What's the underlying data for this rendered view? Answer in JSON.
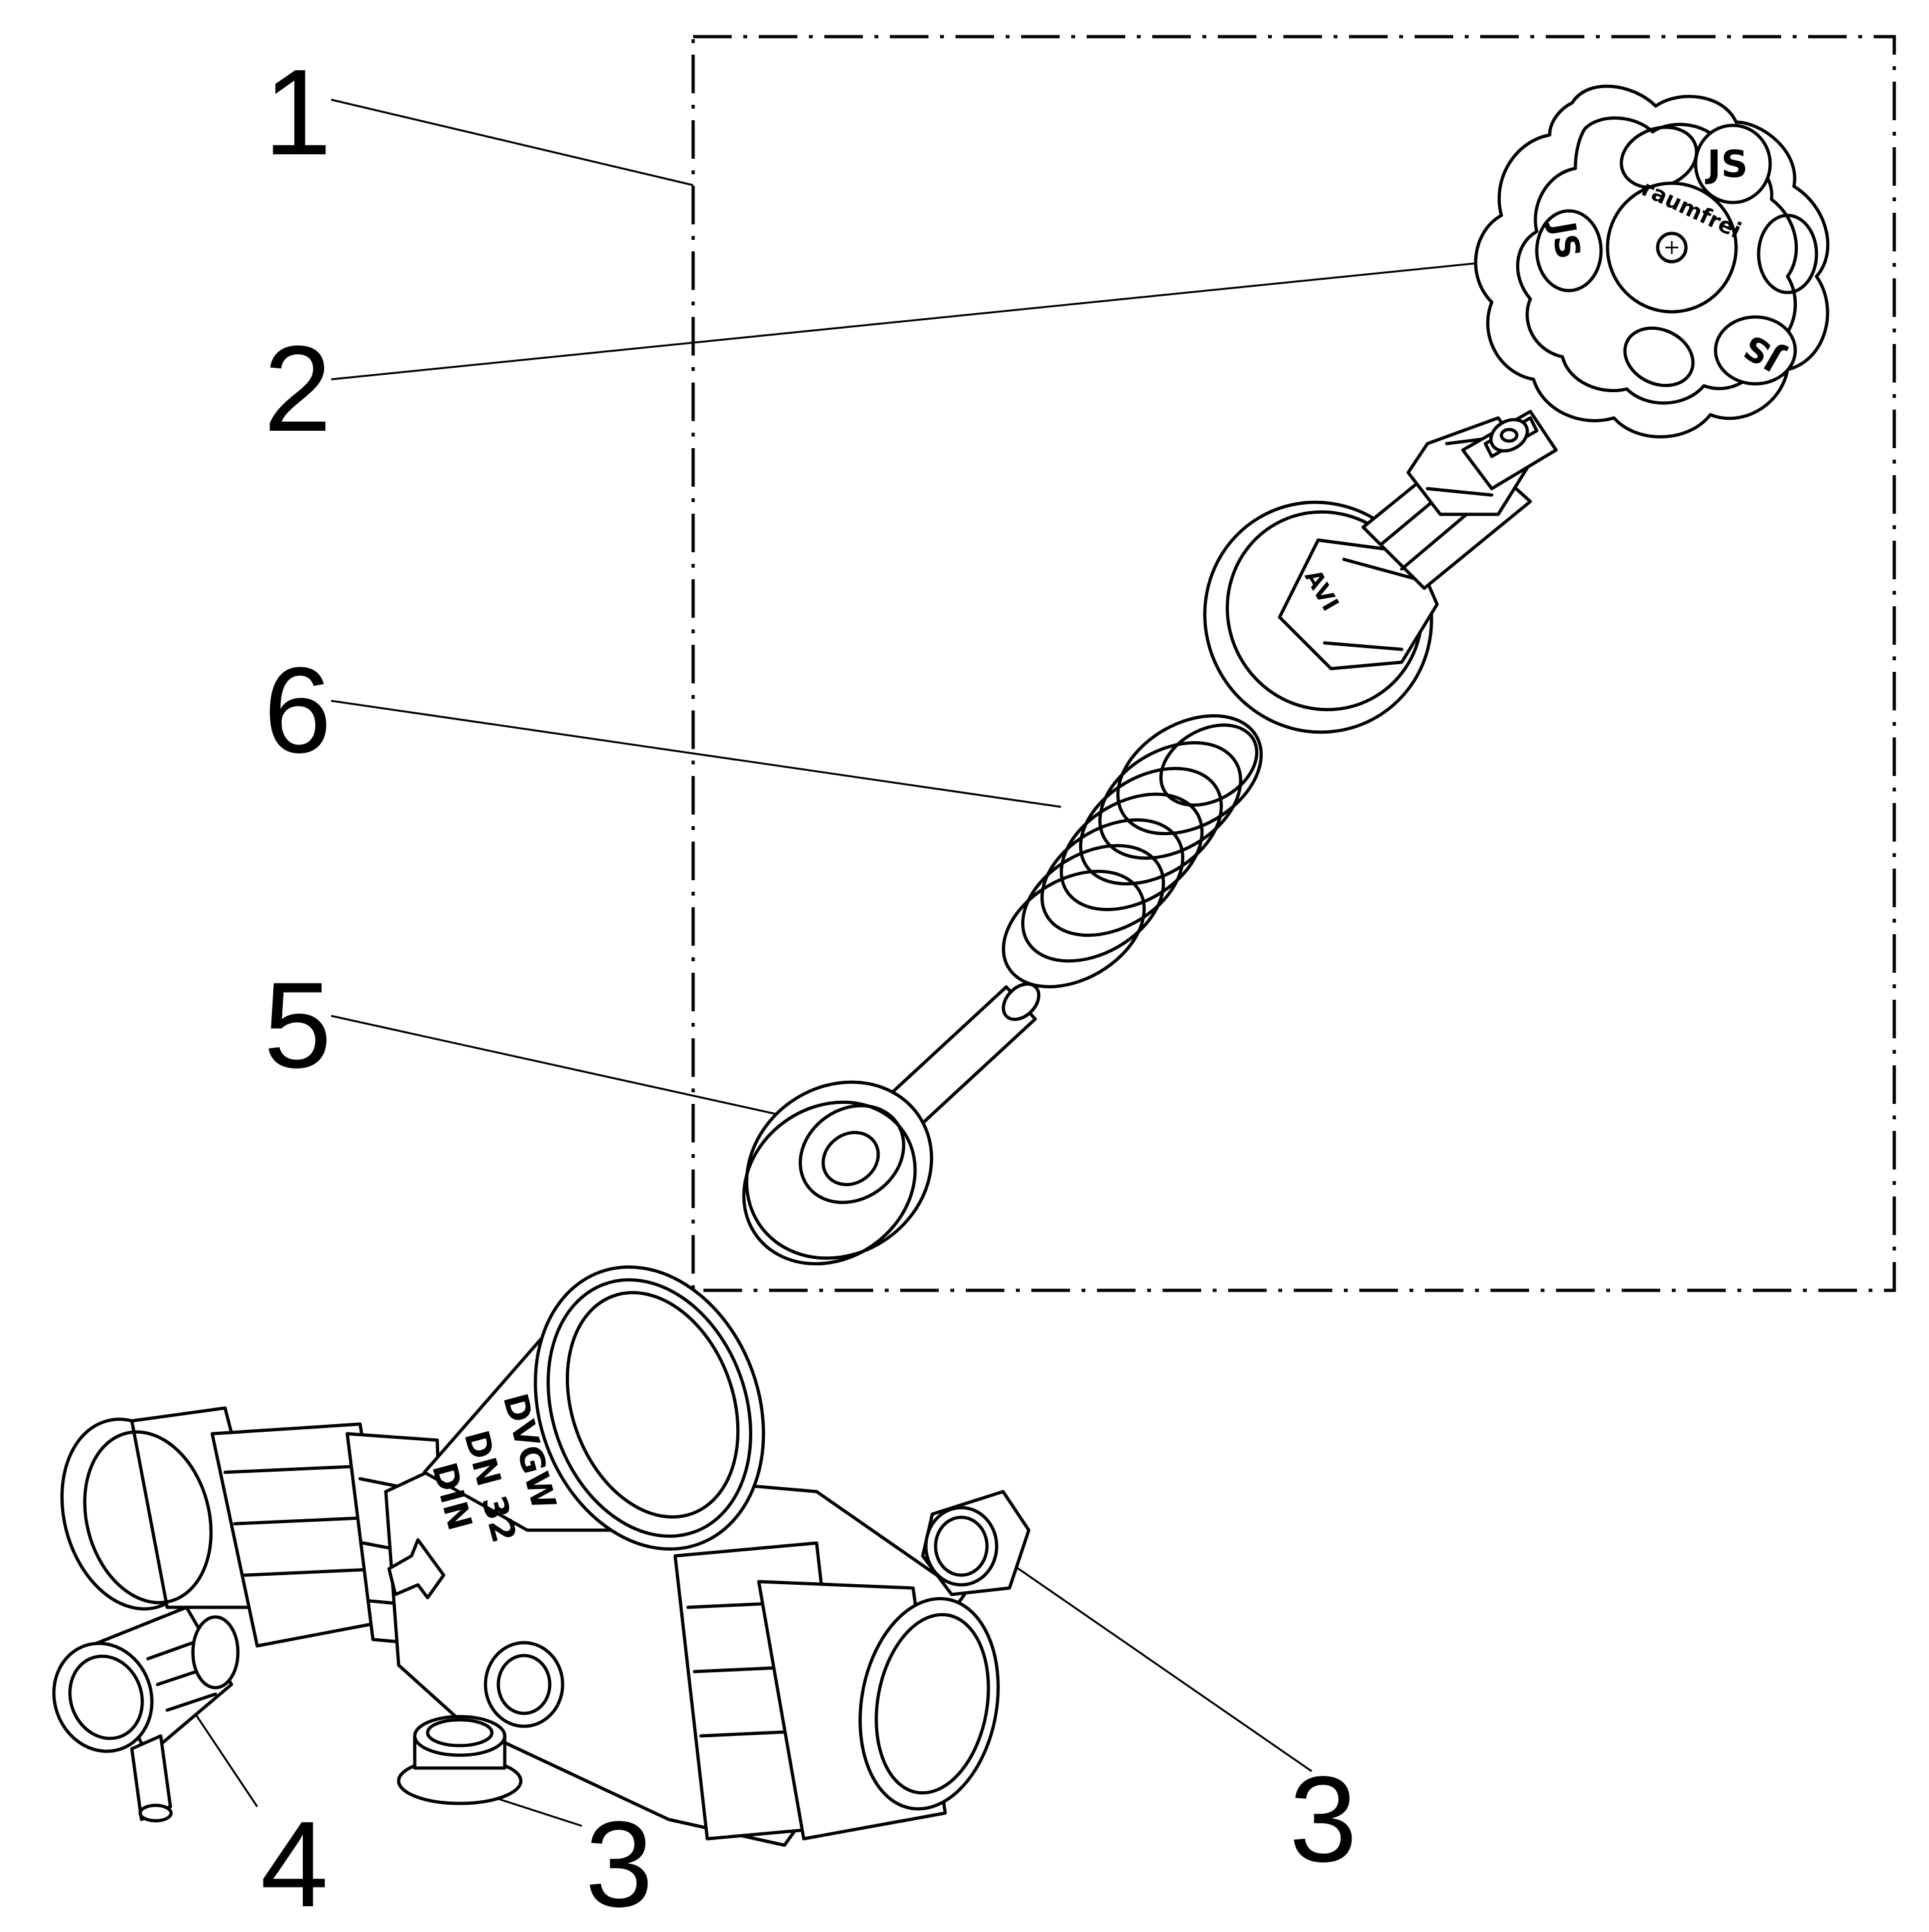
{
  "callouts": [
    {
      "id": "1",
      "label": "1"
    },
    {
      "id": "2",
      "label": "2"
    },
    {
      "id": "6",
      "label": "6"
    },
    {
      "id": "5",
      "label": "5"
    },
    {
      "id": "4",
      "label": "4"
    },
    {
      "id": "3a",
      "label": "3"
    },
    {
      "id": "3b",
      "label": "3"
    }
  ],
  "markings": {
    "handwheel_text": "raumfrei",
    "handwheel_logo": "JS",
    "bonnet_mark": "AVI",
    "body_lines": [
      "DVGW",
      "DN 32",
      "DIN"
    ]
  }
}
